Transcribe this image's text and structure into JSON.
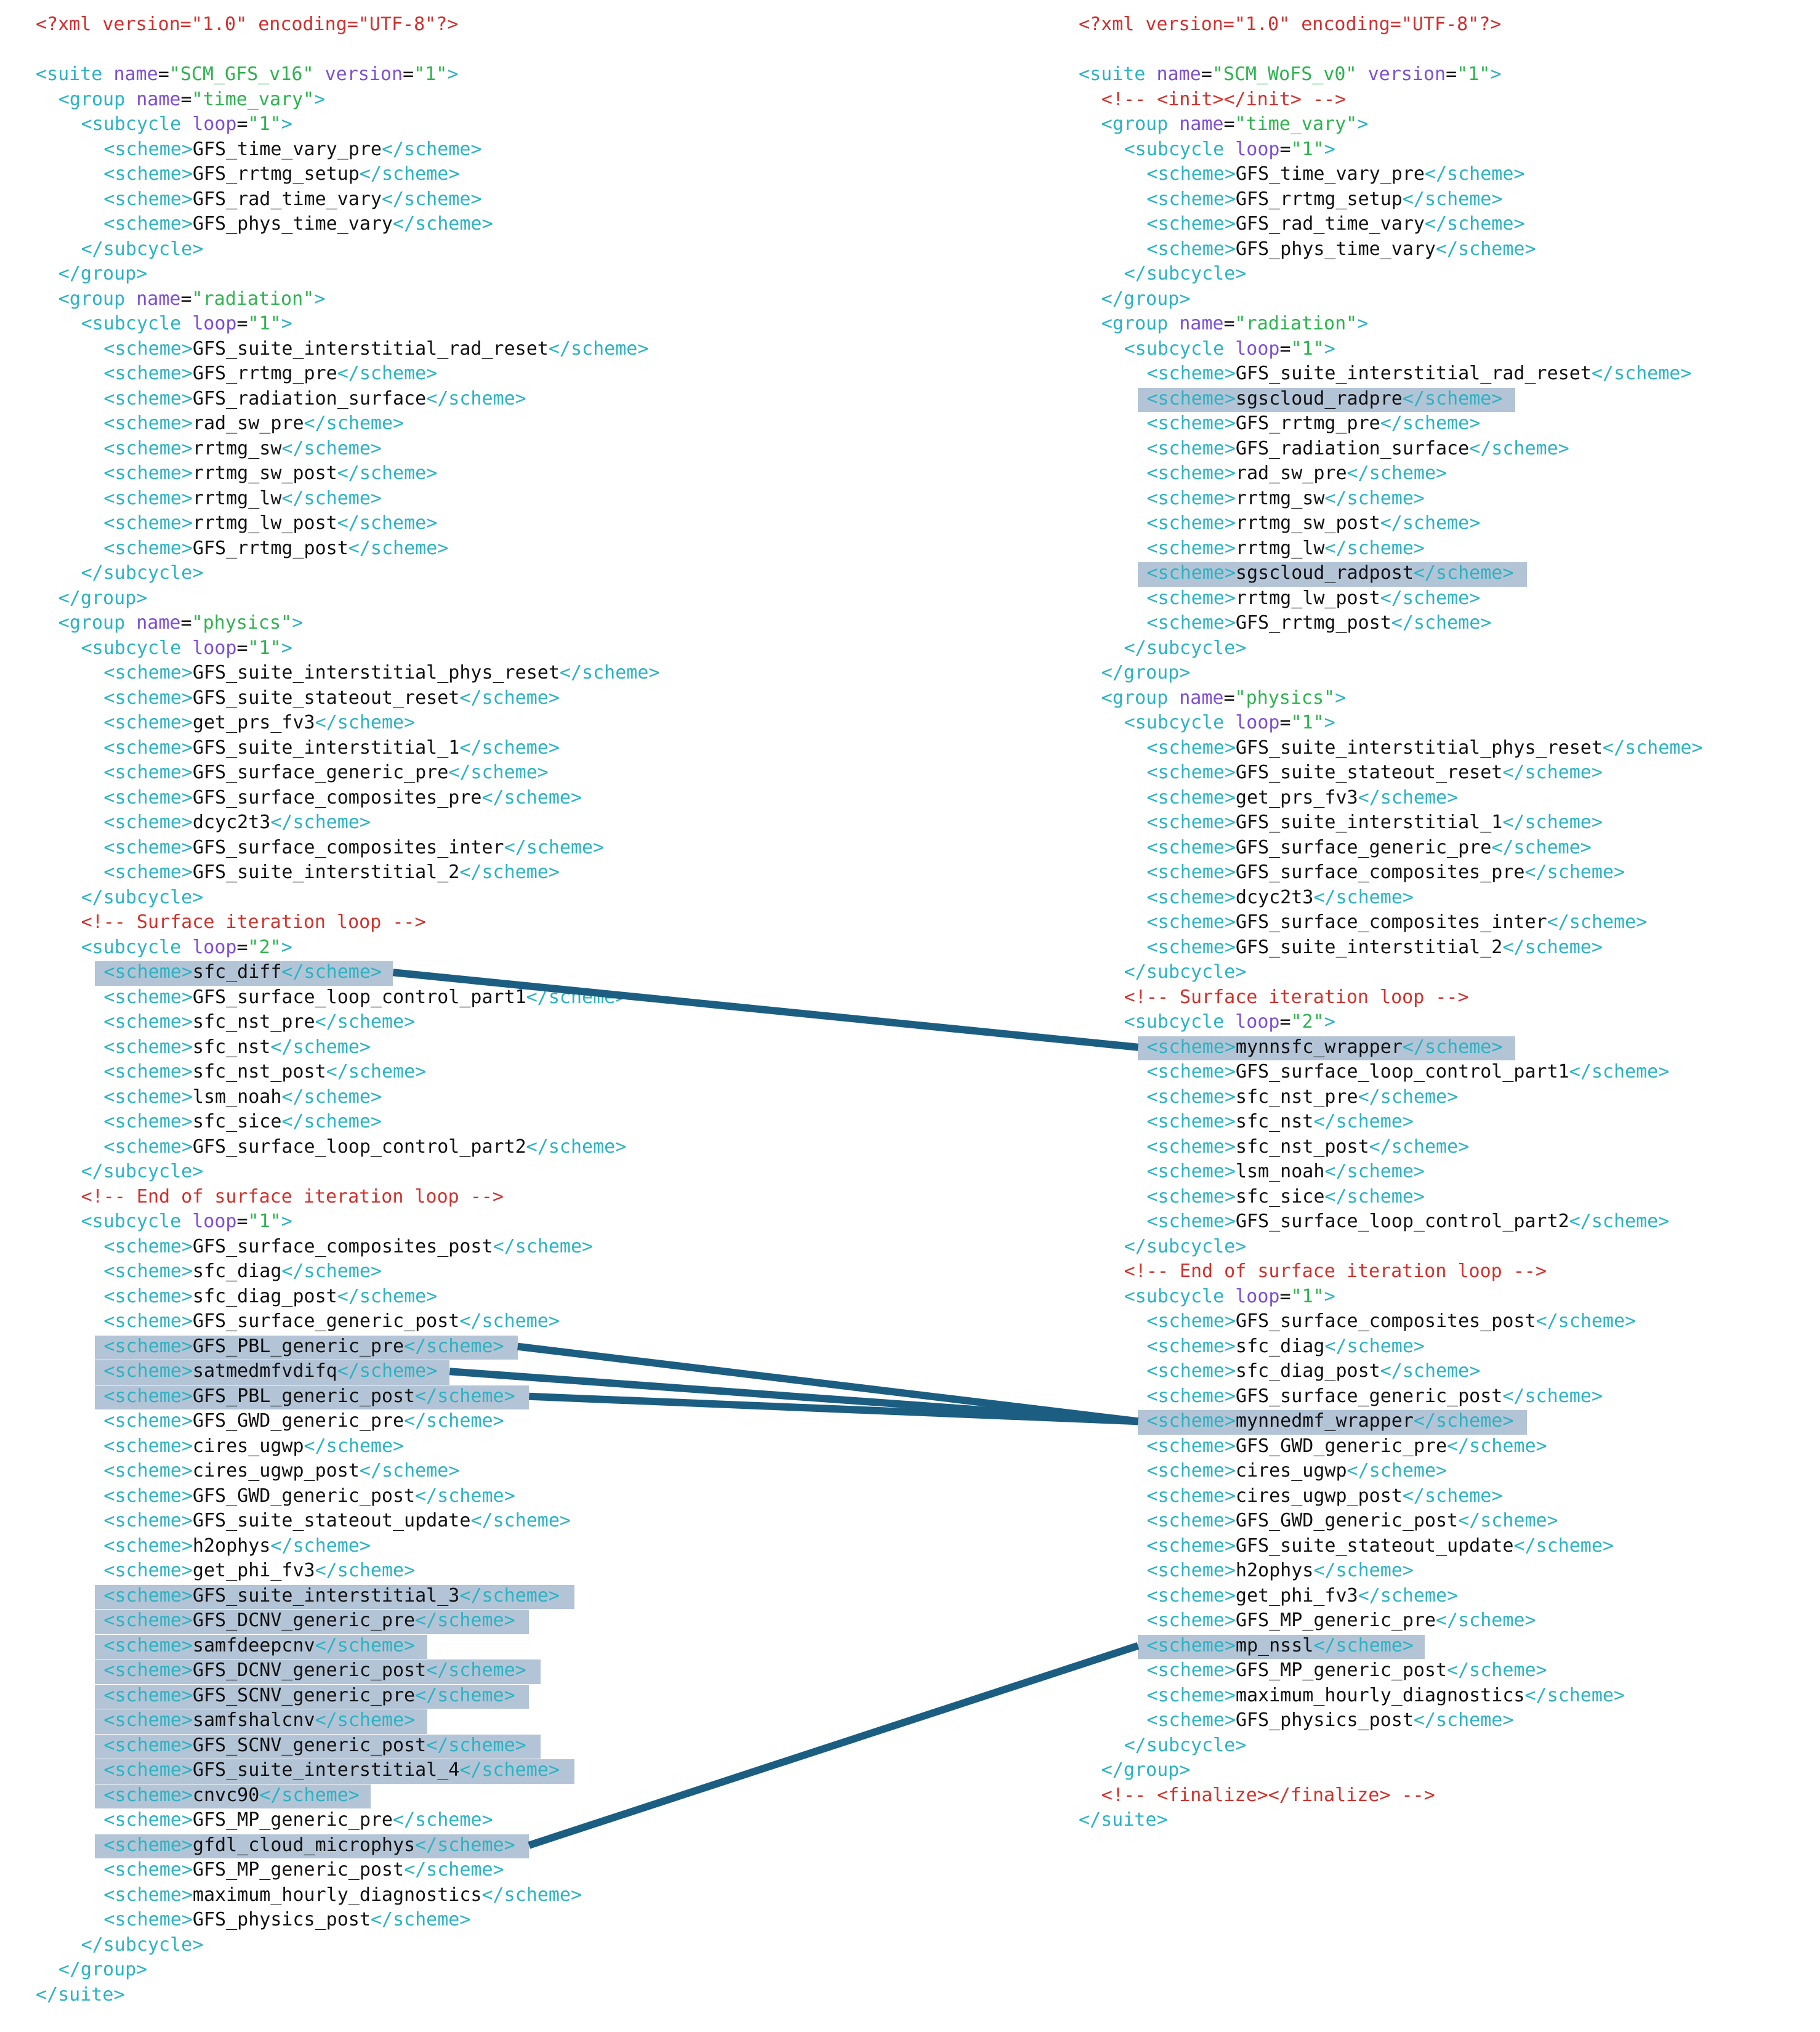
{
  "colors": {
    "tag": "#2ab3c3",
    "attr": "#7d4fd6",
    "string": "#2eb34f",
    "comment": "#d0322d",
    "text": "#111111",
    "highlight": "#b3c4d6",
    "connector": "#1b5e82"
  },
  "left_lines": [
    {
      "t": "pi",
      "text": "<?xml version=\"1.0\" encoding=\"UTF-8\"?>"
    },
    {
      "t": "blank",
      "text": ""
    },
    {
      "t": "open",
      "indent": 0,
      "name": "suite",
      "attrs": [
        [
          "name",
          "SCM_GFS_v16"
        ],
        [
          "version",
          "1"
        ]
      ]
    },
    {
      "t": "open",
      "indent": 1,
      "name": "group",
      "attrs": [
        [
          "name",
          "time_vary"
        ]
      ]
    },
    {
      "t": "open",
      "indent": 2,
      "name": "subcycle",
      "attrs": [
        [
          "loop",
          "1"
        ]
      ]
    },
    {
      "t": "scheme",
      "indent": 3,
      "text": "GFS_time_vary_pre"
    },
    {
      "t": "scheme",
      "indent": 3,
      "text": "GFS_rrtmg_setup"
    },
    {
      "t": "scheme",
      "indent": 3,
      "text": "GFS_rad_time_vary"
    },
    {
      "t": "scheme",
      "indent": 3,
      "text": "GFS_phys_time_vary"
    },
    {
      "t": "close",
      "indent": 2,
      "name": "subcycle"
    },
    {
      "t": "close",
      "indent": 1,
      "name": "group"
    },
    {
      "t": "open",
      "indent": 1,
      "name": "group",
      "attrs": [
        [
          "name",
          "radiation"
        ]
      ]
    },
    {
      "t": "open",
      "indent": 2,
      "name": "subcycle",
      "attrs": [
        [
          "loop",
          "1"
        ]
      ]
    },
    {
      "t": "scheme",
      "indent": 3,
      "text": "GFS_suite_interstitial_rad_reset"
    },
    {
      "t": "scheme",
      "indent": 3,
      "text": "GFS_rrtmg_pre"
    },
    {
      "t": "scheme",
      "indent": 3,
      "text": "GFS_radiation_surface"
    },
    {
      "t": "scheme",
      "indent": 3,
      "text": "rad_sw_pre"
    },
    {
      "t": "scheme",
      "indent": 3,
      "text": "rrtmg_sw"
    },
    {
      "t": "scheme",
      "indent": 3,
      "text": "rrtmg_sw_post"
    },
    {
      "t": "scheme",
      "indent": 3,
      "text": "rrtmg_lw"
    },
    {
      "t": "scheme",
      "indent": 3,
      "text": "rrtmg_lw_post"
    },
    {
      "t": "scheme",
      "indent": 3,
      "text": "GFS_rrtmg_post"
    },
    {
      "t": "close",
      "indent": 2,
      "name": "subcycle"
    },
    {
      "t": "close",
      "indent": 1,
      "name": "group"
    },
    {
      "t": "open",
      "indent": 1,
      "name": "group",
      "attrs": [
        [
          "name",
          "physics"
        ]
      ]
    },
    {
      "t": "open",
      "indent": 2,
      "name": "subcycle",
      "attrs": [
        [
          "loop",
          "1"
        ]
      ]
    },
    {
      "t": "scheme",
      "indent": 3,
      "text": "GFS_suite_interstitial_phys_reset"
    },
    {
      "t": "scheme",
      "indent": 3,
      "text": "GFS_suite_stateout_reset"
    },
    {
      "t": "scheme",
      "indent": 3,
      "text": "get_prs_fv3"
    },
    {
      "t": "scheme",
      "indent": 3,
      "text": "GFS_suite_interstitial_1"
    },
    {
      "t": "scheme",
      "indent": 3,
      "text": "GFS_surface_generic_pre"
    },
    {
      "t": "scheme",
      "indent": 3,
      "text": "GFS_surface_composites_pre"
    },
    {
      "t": "scheme",
      "indent": 3,
      "text": "dcyc2t3"
    },
    {
      "t": "scheme",
      "indent": 3,
      "text": "GFS_surface_composites_inter"
    },
    {
      "t": "scheme",
      "indent": 3,
      "text": "GFS_suite_interstitial_2"
    },
    {
      "t": "close",
      "indent": 2,
      "name": "subcycle"
    },
    {
      "t": "comment",
      "indent": 2,
      "text": "<!-- Surface iteration loop -->"
    },
    {
      "t": "open",
      "indent": 2,
      "name": "subcycle",
      "attrs": [
        [
          "loop",
          "2"
        ]
      ]
    },
    {
      "t": "scheme",
      "indent": 3,
      "text": "sfc_diff",
      "hl": true
    },
    {
      "t": "scheme",
      "indent": 3,
      "text": "GFS_surface_loop_control_part1"
    },
    {
      "t": "scheme",
      "indent": 3,
      "text": "sfc_nst_pre"
    },
    {
      "t": "scheme",
      "indent": 3,
      "text": "sfc_nst"
    },
    {
      "t": "scheme",
      "indent": 3,
      "text": "sfc_nst_post"
    },
    {
      "t": "scheme",
      "indent": 3,
      "text": "lsm_noah"
    },
    {
      "t": "scheme",
      "indent": 3,
      "text": "sfc_sice"
    },
    {
      "t": "scheme",
      "indent": 3,
      "text": "GFS_surface_loop_control_part2"
    },
    {
      "t": "close",
      "indent": 2,
      "name": "subcycle"
    },
    {
      "t": "comment",
      "indent": 2,
      "text": "<!-- End of surface iteration loop -->"
    },
    {
      "t": "open",
      "indent": 2,
      "name": "subcycle",
      "attrs": [
        [
          "loop",
          "1"
        ]
      ]
    },
    {
      "t": "scheme",
      "indent": 3,
      "text": "GFS_surface_composites_post"
    },
    {
      "t": "scheme",
      "indent": 3,
      "text": "sfc_diag"
    },
    {
      "t": "scheme",
      "indent": 3,
      "text": "sfc_diag_post"
    },
    {
      "t": "scheme",
      "indent": 3,
      "text": "GFS_surface_generic_post"
    },
    {
      "t": "scheme",
      "indent": 3,
      "text": "GFS_PBL_generic_pre",
      "hl": true
    },
    {
      "t": "scheme",
      "indent": 3,
      "text": "satmedmfvdifq",
      "hl": true
    },
    {
      "t": "scheme",
      "indent": 3,
      "text": "GFS_PBL_generic_post",
      "hl": true
    },
    {
      "t": "scheme",
      "indent": 3,
      "text": "GFS_GWD_generic_pre"
    },
    {
      "t": "scheme",
      "indent": 3,
      "text": "cires_ugwp"
    },
    {
      "t": "scheme",
      "indent": 3,
      "text": "cires_ugwp_post"
    },
    {
      "t": "scheme",
      "indent": 3,
      "text": "GFS_GWD_generic_post"
    },
    {
      "t": "scheme",
      "indent": 3,
      "text": "GFS_suite_stateout_update"
    },
    {
      "t": "scheme",
      "indent": 3,
      "text": "h2ophys"
    },
    {
      "t": "scheme",
      "indent": 3,
      "text": "get_phi_fv3"
    },
    {
      "t": "scheme",
      "indent": 3,
      "text": "GFS_suite_interstitial_3",
      "hl": true
    },
    {
      "t": "scheme",
      "indent": 3,
      "text": "GFS_DCNV_generic_pre",
      "hl": true
    },
    {
      "t": "scheme",
      "indent": 3,
      "text": "samfdeepcnv",
      "hl": true
    },
    {
      "t": "scheme",
      "indent": 3,
      "text": "GFS_DCNV_generic_post",
      "hl": true
    },
    {
      "t": "scheme",
      "indent": 3,
      "text": "GFS_SCNV_generic_pre",
      "hl": true
    },
    {
      "t": "scheme",
      "indent": 3,
      "text": "samfshalcnv",
      "hl": true
    },
    {
      "t": "scheme",
      "indent": 3,
      "text": "GFS_SCNV_generic_post",
      "hl": true
    },
    {
      "t": "scheme",
      "indent": 3,
      "text": "GFS_suite_interstitial_4",
      "hl": true
    },
    {
      "t": "scheme",
      "indent": 3,
      "text": "cnvc90",
      "hl": true
    },
    {
      "t": "scheme",
      "indent": 3,
      "text": "GFS_MP_generic_pre"
    },
    {
      "t": "scheme",
      "indent": 3,
      "text": "gfdl_cloud_microphys",
      "hl": true
    },
    {
      "t": "scheme",
      "indent": 3,
      "text": "GFS_MP_generic_post"
    },
    {
      "t": "scheme",
      "indent": 3,
      "text": "maximum_hourly_diagnostics"
    },
    {
      "t": "scheme",
      "indent": 3,
      "text": "GFS_physics_post"
    },
    {
      "t": "close",
      "indent": 2,
      "name": "subcycle"
    },
    {
      "t": "close",
      "indent": 1,
      "name": "group"
    },
    {
      "t": "close",
      "indent": 0,
      "name": "suite"
    }
  ],
  "right_lines": [
    {
      "t": "pi",
      "text": "<?xml version=\"1.0\" encoding=\"UTF-8\"?>"
    },
    {
      "t": "blank",
      "text": ""
    },
    {
      "t": "open",
      "indent": 0,
      "name": "suite",
      "attrs": [
        [
          "name",
          "SCM_WoFS_v0"
        ],
        [
          "version",
          "1"
        ]
      ]
    },
    {
      "t": "comment",
      "indent": 1,
      "text": "<!-- <init></init> -->"
    },
    {
      "t": "open",
      "indent": 1,
      "name": "group",
      "attrs": [
        [
          "name",
          "time_vary"
        ]
      ]
    },
    {
      "t": "open",
      "indent": 2,
      "name": "subcycle",
      "attrs": [
        [
          "loop",
          "1"
        ]
      ]
    },
    {
      "t": "scheme",
      "indent": 3,
      "text": "GFS_time_vary_pre"
    },
    {
      "t": "scheme",
      "indent": 3,
      "text": "GFS_rrtmg_setup"
    },
    {
      "t": "scheme",
      "indent": 3,
      "text": "GFS_rad_time_vary"
    },
    {
      "t": "scheme",
      "indent": 3,
      "text": "GFS_phys_time_vary"
    },
    {
      "t": "close",
      "indent": 2,
      "name": "subcycle"
    },
    {
      "t": "close",
      "indent": 1,
      "name": "group"
    },
    {
      "t": "open",
      "indent": 1,
      "name": "group",
      "attrs": [
        [
          "name",
          "radiation"
        ]
      ]
    },
    {
      "t": "open",
      "indent": 2,
      "name": "subcycle",
      "attrs": [
        [
          "loop",
          "1"
        ]
      ]
    },
    {
      "t": "scheme",
      "indent": 3,
      "text": "GFS_suite_interstitial_rad_reset"
    },
    {
      "t": "scheme",
      "indent": 3,
      "text": "sgscloud_radpre",
      "hl": true
    },
    {
      "t": "scheme",
      "indent": 3,
      "text": "GFS_rrtmg_pre"
    },
    {
      "t": "scheme",
      "indent": 3,
      "text": "GFS_radiation_surface"
    },
    {
      "t": "scheme",
      "indent": 3,
      "text": "rad_sw_pre"
    },
    {
      "t": "scheme",
      "indent": 3,
      "text": "rrtmg_sw"
    },
    {
      "t": "scheme",
      "indent": 3,
      "text": "rrtmg_sw_post"
    },
    {
      "t": "scheme",
      "indent": 3,
      "text": "rrtmg_lw"
    },
    {
      "t": "scheme",
      "indent": 3,
      "text": "sgscloud_radpost",
      "hl": true
    },
    {
      "t": "scheme",
      "indent": 3,
      "text": "rrtmg_lw_post"
    },
    {
      "t": "scheme",
      "indent": 3,
      "text": "GFS_rrtmg_post"
    },
    {
      "t": "close",
      "indent": 2,
      "name": "subcycle"
    },
    {
      "t": "close",
      "indent": 1,
      "name": "group"
    },
    {
      "t": "open",
      "indent": 1,
      "name": "group",
      "attrs": [
        [
          "name",
          "physics"
        ]
      ]
    },
    {
      "t": "open",
      "indent": 2,
      "name": "subcycle",
      "attrs": [
        [
          "loop",
          "1"
        ]
      ]
    },
    {
      "t": "scheme",
      "indent": 3,
      "text": "GFS_suite_interstitial_phys_reset"
    },
    {
      "t": "scheme",
      "indent": 3,
      "text": "GFS_suite_stateout_reset"
    },
    {
      "t": "scheme",
      "indent": 3,
      "text": "get_prs_fv3"
    },
    {
      "t": "scheme",
      "indent": 3,
      "text": "GFS_suite_interstitial_1"
    },
    {
      "t": "scheme",
      "indent": 3,
      "text": "GFS_surface_generic_pre"
    },
    {
      "t": "scheme",
      "indent": 3,
      "text": "GFS_surface_composites_pre"
    },
    {
      "t": "scheme",
      "indent": 3,
      "text": "dcyc2t3"
    },
    {
      "t": "scheme",
      "indent": 3,
      "text": "GFS_surface_composites_inter"
    },
    {
      "t": "scheme",
      "indent": 3,
      "text": "GFS_suite_interstitial_2"
    },
    {
      "t": "close",
      "indent": 2,
      "name": "subcycle"
    },
    {
      "t": "comment",
      "indent": 2,
      "text": "<!-- Surface iteration loop -->"
    },
    {
      "t": "open",
      "indent": 2,
      "name": "subcycle",
      "attrs": [
        [
          "loop",
          "2"
        ]
      ]
    },
    {
      "t": "scheme",
      "indent": 3,
      "text": "mynnsfc_wrapper",
      "hl": true
    },
    {
      "t": "scheme",
      "indent": 3,
      "text": "GFS_surface_loop_control_part1"
    },
    {
      "t": "scheme",
      "indent": 3,
      "text": "sfc_nst_pre"
    },
    {
      "t": "scheme",
      "indent": 3,
      "text": "sfc_nst"
    },
    {
      "t": "scheme",
      "indent": 3,
      "text": "sfc_nst_post"
    },
    {
      "t": "scheme",
      "indent": 3,
      "text": "lsm_noah"
    },
    {
      "t": "scheme",
      "indent": 3,
      "text": "sfc_sice"
    },
    {
      "t": "scheme",
      "indent": 3,
      "text": "GFS_surface_loop_control_part2"
    },
    {
      "t": "close",
      "indent": 2,
      "name": "subcycle"
    },
    {
      "t": "comment",
      "indent": 2,
      "text": "<!-- End of surface iteration loop -->"
    },
    {
      "t": "open",
      "indent": 2,
      "name": "subcycle",
      "attrs": [
        [
          "loop",
          "1"
        ]
      ]
    },
    {
      "t": "scheme",
      "indent": 3,
      "text": "GFS_surface_composites_post"
    },
    {
      "t": "scheme",
      "indent": 3,
      "text": "sfc_diag"
    },
    {
      "t": "scheme",
      "indent": 3,
      "text": "sfc_diag_post"
    },
    {
      "t": "scheme",
      "indent": 3,
      "text": "GFS_surface_generic_post"
    },
    {
      "t": "scheme",
      "indent": 3,
      "text": "mynnedmf_wrapper",
      "hl": true
    },
    {
      "t": "scheme",
      "indent": 3,
      "text": "GFS_GWD_generic_pre"
    },
    {
      "t": "scheme",
      "indent": 3,
      "text": "cires_ugwp"
    },
    {
      "t": "scheme",
      "indent": 3,
      "text": "cires_ugwp_post"
    },
    {
      "t": "scheme",
      "indent": 3,
      "text": "GFS_GWD_generic_post"
    },
    {
      "t": "scheme",
      "indent": 3,
      "text": "GFS_suite_stateout_update"
    },
    {
      "t": "scheme",
      "indent": 3,
      "text": "h2ophys"
    },
    {
      "t": "scheme",
      "indent": 3,
      "text": "get_phi_fv3"
    },
    {
      "t": "scheme",
      "indent": 3,
      "text": "GFS_MP_generic_pre"
    },
    {
      "t": "scheme",
      "indent": 3,
      "text": "mp_nssl",
      "hl": true
    },
    {
      "t": "scheme",
      "indent": 3,
      "text": "GFS_MP_generic_post"
    },
    {
      "t": "scheme",
      "indent": 3,
      "text": "maximum_hourly_diagnostics"
    },
    {
      "t": "scheme",
      "indent": 3,
      "text": "GFS_physics_post"
    },
    {
      "t": "close",
      "indent": 2,
      "name": "subcycle"
    },
    {
      "t": "close",
      "indent": 1,
      "name": "group"
    },
    {
      "t": "comment",
      "indent": 1,
      "text": "<!-- <finalize></finalize> -->"
    },
    {
      "t": "close",
      "indent": 0,
      "name": "suite"
    }
  ],
  "connectors": [
    {
      "from": "sfc_diff",
      "to": "mynnsfc_wrapper"
    },
    {
      "from": "GFS_PBL_generic_pre",
      "to": "mynnedmf_wrapper"
    },
    {
      "from": "satmedmfvdifq",
      "to": "mynnedmf_wrapper"
    },
    {
      "from": "GFS_PBL_generic_post",
      "to": "mynnedmf_wrapper"
    },
    {
      "from": "gfdl_cloud_microphys",
      "to": "mp_nssl"
    }
  ]
}
